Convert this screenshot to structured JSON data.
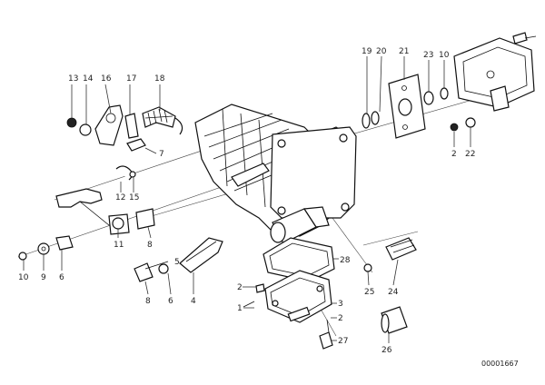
{
  "callouts": {
    "c13a": "13",
    "c14": "14",
    "c16": "16",
    "c17": "17",
    "c18": "18",
    "c7": "7",
    "c12": "12",
    "c15": "15",
    "c19": "19",
    "c20": "20",
    "c21": "21",
    "c23": "23",
    "c10a": "10",
    "c2a": "2",
    "c22": "22",
    "c11": "11",
    "c8a": "8",
    "c10b": "10",
    "c9": "9",
    "c6a": "6",
    "c8b": "8",
    "c6b": "6",
    "c5": "5",
    "c4": "4",
    "c28": "28",
    "c25": "25",
    "c24": "24",
    "c2b": "2",
    "c1": "1",
    "c3": "3",
    "c2c": "2",
    "c27": "27",
    "c26": "26"
  },
  "catalog_number": "00001667"
}
